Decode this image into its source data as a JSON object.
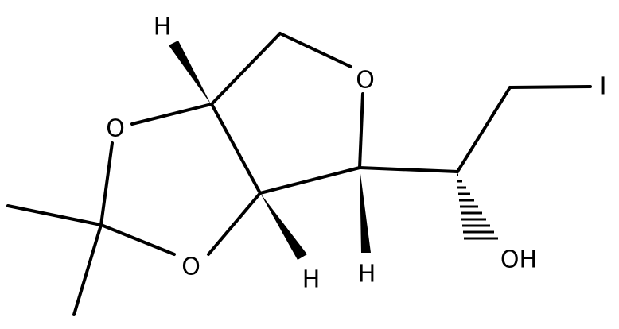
{
  "molecule": {
    "atoms": {
      "o_ring_top": "O",
      "o_dioxolane_left": "O",
      "o_dioxolane_bottom": "O",
      "hydroxyl": "OH",
      "iodine": "I",
      "h_top": "H",
      "h_bottom_left": "H",
      "h_bottom_right": "H"
    }
  }
}
